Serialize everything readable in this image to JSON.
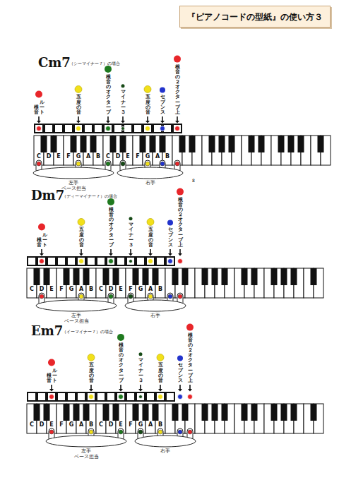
{
  "diagram": {
    "nodes": [
      {
        "text": [
          "『ピアノコードの型紙』の使い方３"
        ]
      }
    ],
    "labels": [
      "Cm7",
      "（シーマイナー７）の場合",
      "根音",
      "ルート",
      "五度の音",
      "根音のオクターブ",
      "マイナー３",
      "五度の音",
      "セブンス",
      "根音の２オクターブ上",
      "C",
      "D",
      "E",
      "F",
      "G",
      "A",
      "B",
      "C",
      "D",
      "E",
      "F",
      "G",
      "A",
      "B",
      "左手",
      "ベース担当",
      "右手",
      "Dm7",
      "（ディーマイナー７）の場合",
      "根音",
      "ルート",
      "五度の音",
      "根音のオクターブ",
      "マイナー３",
      "五度の音",
      "セブンス",
      "根音の２オクターブ上",
      "C",
      "D",
      "E",
      "F",
      "G",
      "A",
      "B",
      "C",
      "D",
      "E",
      "F",
      "G",
      "A",
      "B",
      "左手",
      "ベース担当",
      "右手",
      "Em7",
      "（イーマイナー７）の場合",
      "根音",
      "ルート",
      "五度の音",
      "根音のオクターブ",
      "マイナー３",
      "五度の音",
      "セブンス",
      "根音の２オクターブ上",
      "C",
      "D",
      "E",
      "F",
      "G",
      "A",
      "B",
      "C",
      "D",
      "E",
      "F",
      "G",
      "A",
      "B",
      "左手",
      "ベース担当",
      "右手",
      "8"
    ]
  }
}
